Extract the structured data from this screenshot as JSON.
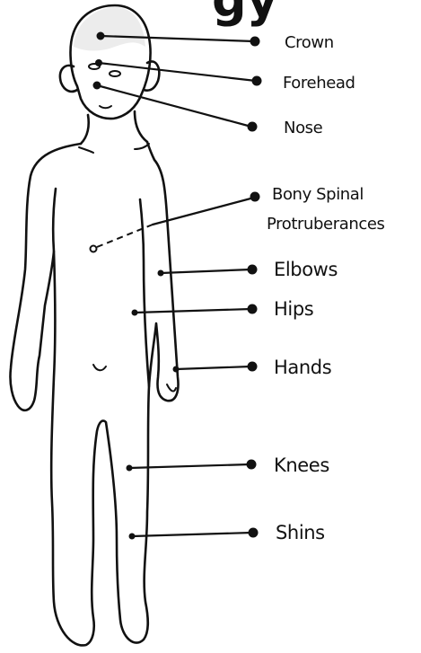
{
  "title_fragment": "gy",
  "labels": {
    "crown": "Crown",
    "forehead": "Forehead",
    "nose": "Nose",
    "spinal_line1": "Bony Spinal",
    "spinal_line2": "Protruberances",
    "elbows": "Elbows",
    "hips": "Hips",
    "hands": "Hands",
    "knees": "Knees",
    "shins": "Shins"
  }
}
